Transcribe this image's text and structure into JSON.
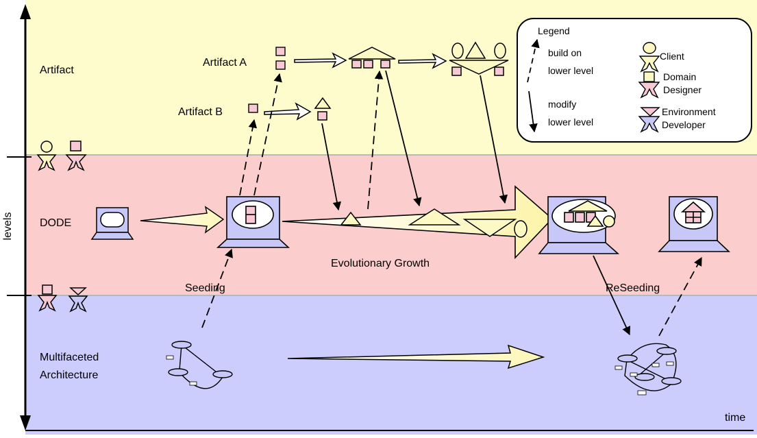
{
  "diagram": {
    "bands": {
      "artifact": {
        "label": "Artifact",
        "color": "#fefbcd"
      },
      "dode": {
        "label": "DODE",
        "color": "#fccdcd"
      },
      "architecture": {
        "label_line1": "Multifaceted",
        "label_line2": "Architecture",
        "color": "#ccccfd"
      }
    },
    "axes": {
      "y_label": "levels",
      "x_label": "time"
    },
    "artifacts": {
      "a": "Artifact A",
      "b": "Artifact B"
    },
    "phases": {
      "growth": "Evolutionary Growth",
      "seeding": "Seeding",
      "reseeding": "ReSeeding"
    },
    "legend": {
      "title": "Legend",
      "build_line1": "build on",
      "build_line2": "lower level",
      "modify_line1": "modify",
      "modify_line2": "lower level",
      "client": "Client",
      "domain_line1": "Domain",
      "domain_line2": "Designer",
      "env_line1": "Environment",
      "env_line2": "Developer"
    },
    "colors": {
      "artifact_fill": "#f7c9d4",
      "shape_fill": "#fdf9c4",
      "computer_fill": "#c8c8f8",
      "accent_yellow": "#fdf7b0"
    }
  }
}
